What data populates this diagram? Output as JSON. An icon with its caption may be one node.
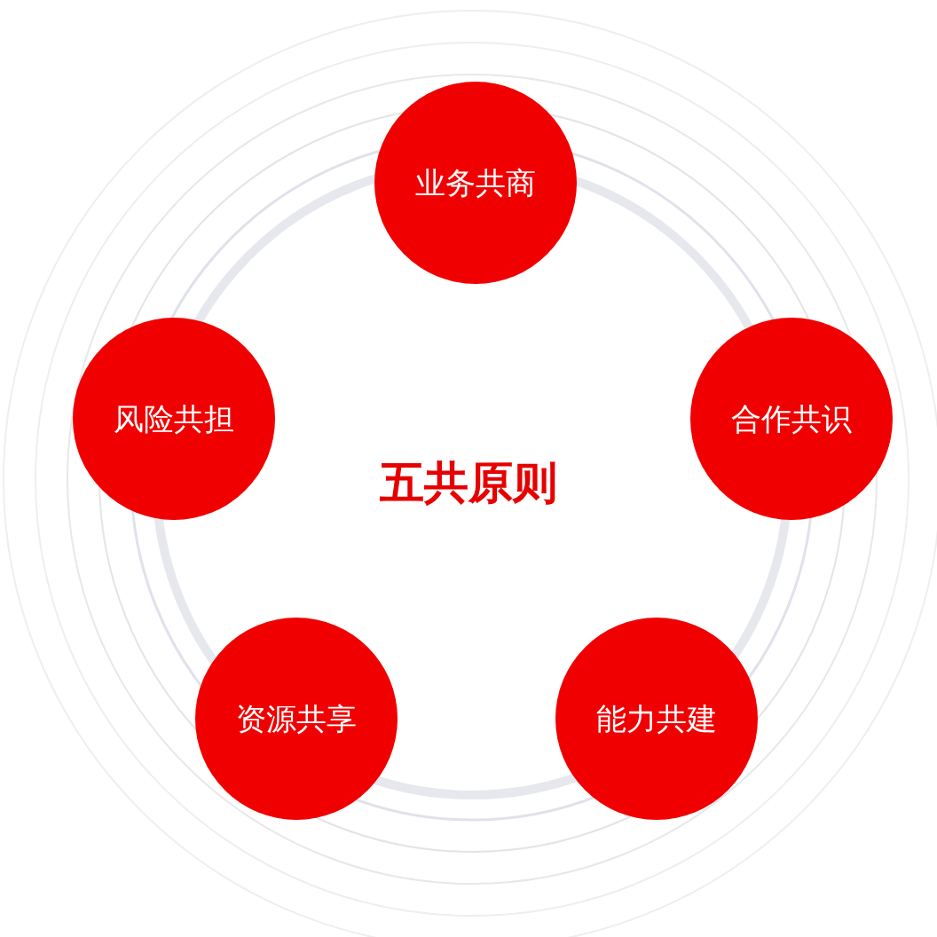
{
  "diagram": {
    "title": "五共原则",
    "nodes": [
      {
        "text": [
          "业务共商"
        ]
      },
      {
        "text": [
          "合作共识"
        ]
      },
      {
        "text": [
          "风险共担"
        ]
      },
      {
        "text": [
          "资源共享"
        ]
      },
      {
        "text": [
          "能力共建"
        ]
      }
    ]
  }
}
